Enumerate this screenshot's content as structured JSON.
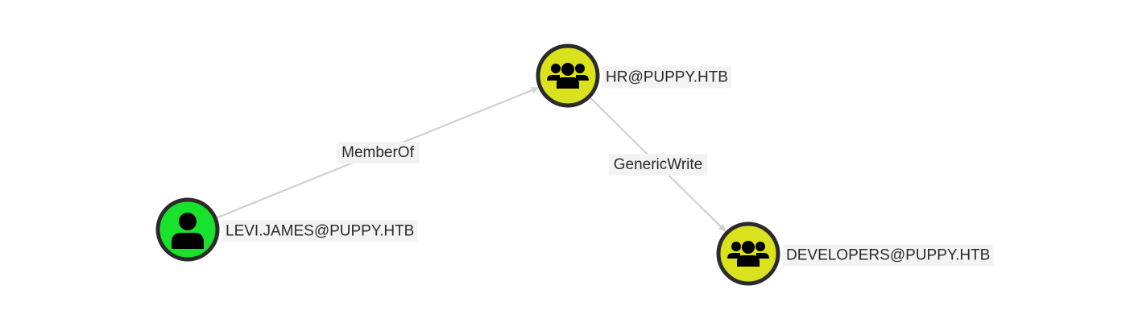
{
  "colors": {
    "user_node": "#19e22d",
    "group_node": "#d9e21c",
    "node_border": "#2b2b2b",
    "edge": "#d0d0d0",
    "label_background": "#f3f3f3",
    "label_text": "#2a2a2a",
    "icon": "#000000"
  },
  "nodes": [
    {
      "id": "levi",
      "label": "LEVI.JAMES@PUPPY.HTB",
      "kind": "user",
      "icon": "user-icon"
    },
    {
      "id": "hr",
      "label": "HR@PUPPY.HTB",
      "kind": "group",
      "icon": "group-icon"
    },
    {
      "id": "dev",
      "label": "DEVELOPERS@PUPPY.HTB",
      "kind": "group",
      "icon": "group-icon"
    }
  ],
  "edges": [
    {
      "from": "levi",
      "to": "hr",
      "label": "MemberOf"
    },
    {
      "from": "hr",
      "to": "dev",
      "label": "GenericWrite"
    }
  ]
}
